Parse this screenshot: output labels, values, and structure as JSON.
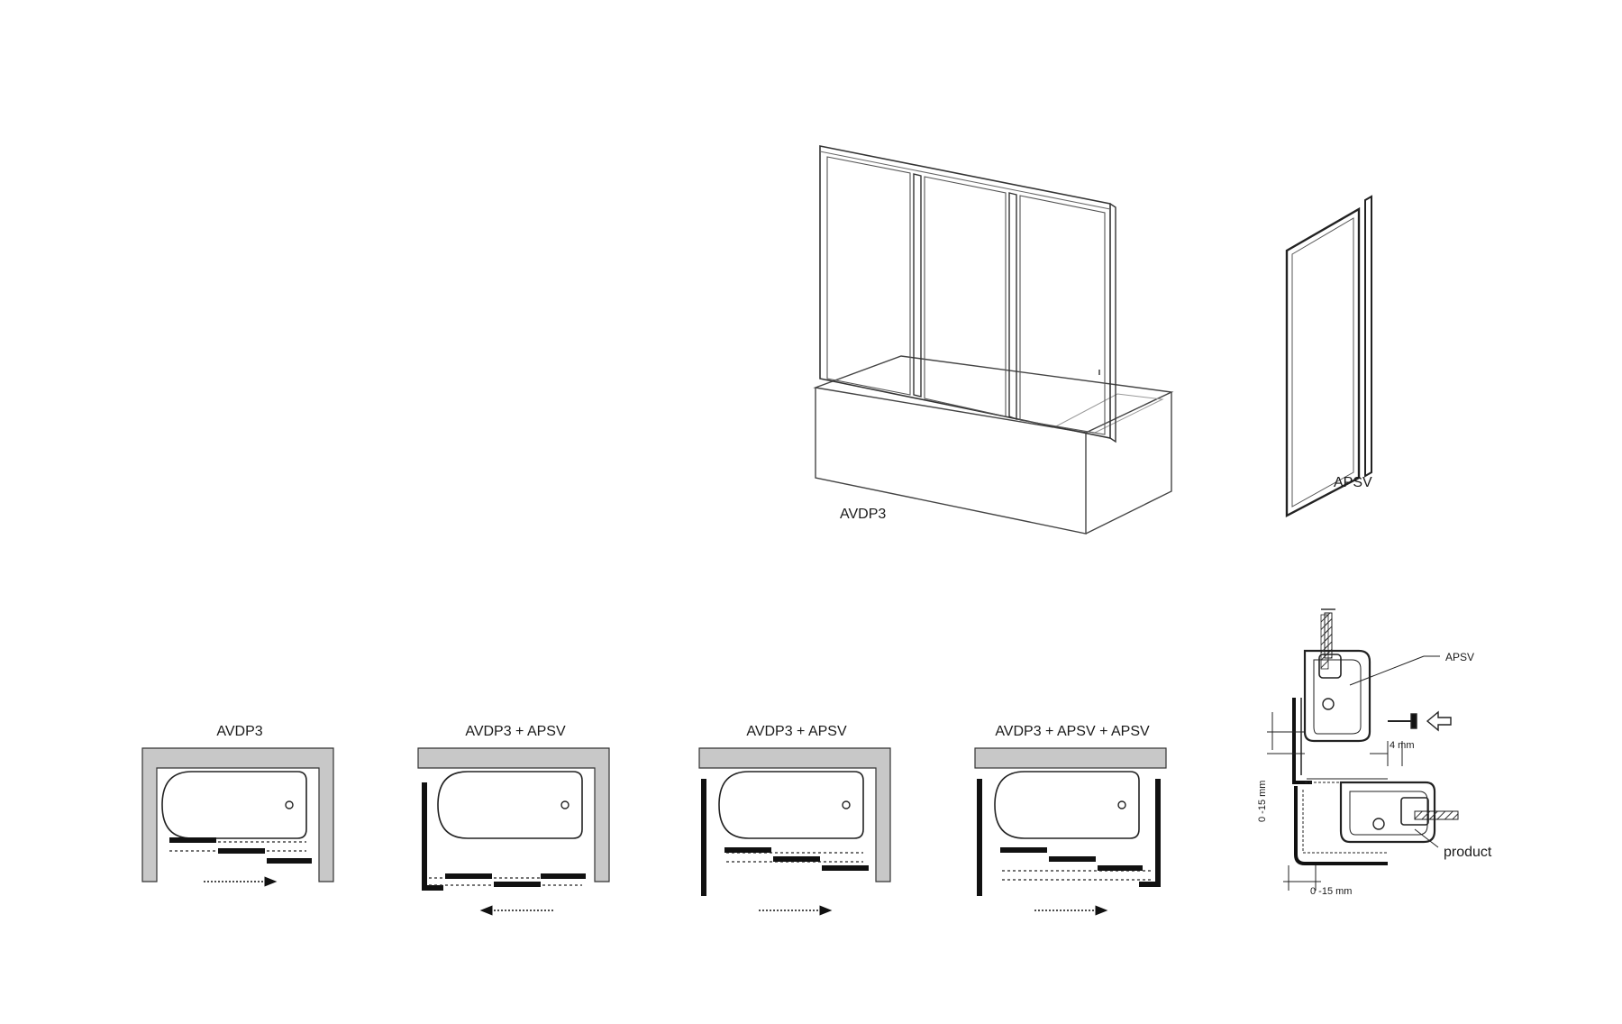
{
  "drawing": {
    "iso_bath_label": "AVDP3",
    "iso_panel_label": "APSV",
    "plans": [
      {
        "label": "AVDP3",
        "wall_left": "gray",
        "wall_right": "gray",
        "arrow": "right"
      },
      {
        "label": "AVDP3 + APSV",
        "wall_left": "panel",
        "wall_right": "gray",
        "arrow": "left"
      },
      {
        "label": "AVDP3 + APSV",
        "wall_left": "panel",
        "wall_right": "gray",
        "arrow": "right"
      },
      {
        "label": "AVDP3 + APSV + APSV",
        "wall_left": "panel",
        "wall_right": "panel",
        "arrow": "right"
      }
    ],
    "detail": {
      "apsv_label": "APSV",
      "product_label": "product",
      "gap_4mm": "4 mm",
      "range_vertical": "0 -15 mm",
      "range_horizontal": "0 -15 mm"
    },
    "colors": {
      "wall": "#c8c8c8",
      "line": "#1a1a1a",
      "panel_black": "#111111"
    }
  }
}
